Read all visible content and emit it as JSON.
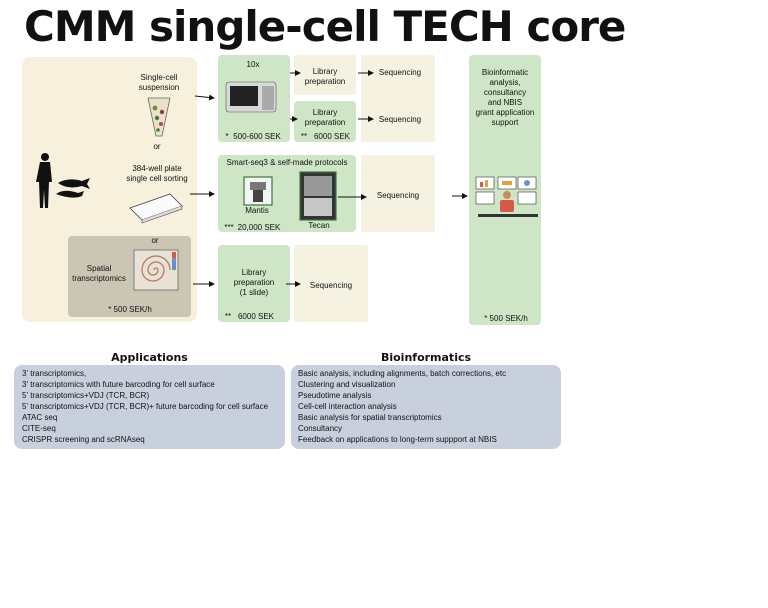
{
  "title": "CMM single-cell TECH core",
  "input": {
    "suspension": "Single-cell\nsuspension",
    "or1": "or",
    "plate": "384-well plate\nsingle cell sorting",
    "or2": "or",
    "spatial": "Spatial\ntranscriptomics",
    "spatial_price": "* 500 SEK/h"
  },
  "tenx": {
    "label": "10x",
    "price": "500-600 SEK",
    "price_marker": "*"
  },
  "lib1": {
    "label": "Library\npreparation"
  },
  "lib2": {
    "label": "Library\npreparation",
    "price": "6000 SEK",
    "price_marker": "**"
  },
  "smart": {
    "label": "Smart-seq3 & self-made protocols",
    "mantis": "Mantis",
    "tecan": "Tecan",
    "price": "20,000 SEK",
    "price_marker": "***"
  },
  "lib3": {
    "label": "Library\npreparation\n(1 slide)",
    "price": "6000 SEK",
    "price_marker": "**"
  },
  "seq": {
    "s1": "Sequencing",
    "s2": "Sequencing",
    "s3": "Sequencing",
    "s4": "Sequencing"
  },
  "bioinf": {
    "label": "Bioinformatic\nanalysis,\nconsultancy\nand NBIS\ngrant application\nsupport",
    "price": "* 500 SEK/h"
  },
  "applications": {
    "heading": "Applications",
    "items": [
      "3' transcriptomics,",
      "3' transcriptomics with future barcoding for cell surface",
      "5' transcriptomics+VDJ (TCR, BCR)",
      "5' transcriptomics+VDJ (TCR, BCR)+ future barcoding for cell surface",
      "ATAC seq",
      "CITE-seq",
      "CRISPR screening and scRNAseq"
    ]
  },
  "bioinformatics": {
    "heading": "Bioinformatics",
    "items": [
      "Basic analysis, including alignments, batch corrections, etc",
      "Clustering and visualization",
      "Pseudotime analysis",
      "Cell-cell interaction analysis",
      "Basic analysis for spatial transcriptomics",
      "Consultancy",
      "Feedback on applications to long-term suppport at NBIS"
    ]
  }
}
